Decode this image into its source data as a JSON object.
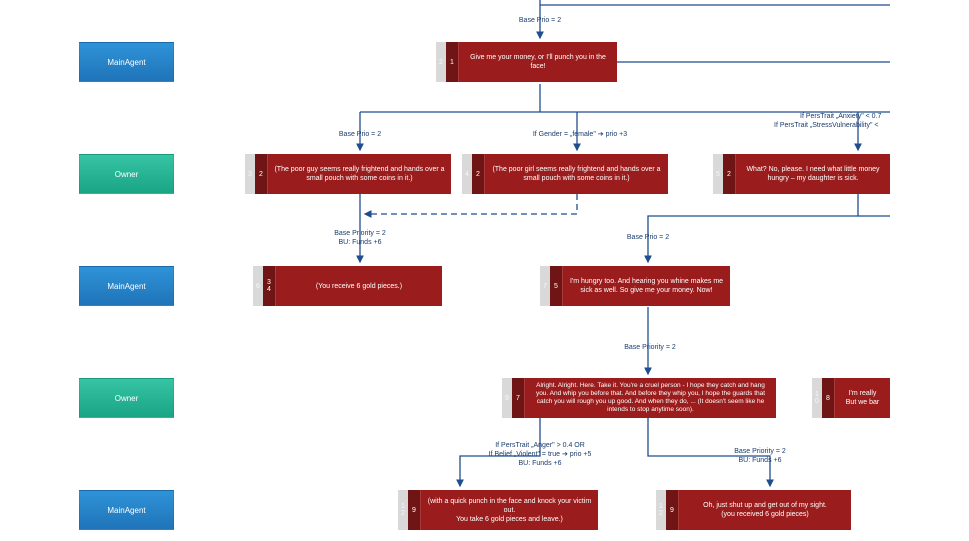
{
  "lanes": {
    "main_agent": "MainAgent",
    "owner": "Owner"
  },
  "nodes": {
    "n1": {
      "id_a": "2",
      "id_b": "1",
      "text": "Give me your money, or I'll punch you in the face!"
    },
    "n2a": {
      "id_a": "3",
      "id_b": "2",
      "text": "(The poor guy seems really frightend and hands over a small pouch with some coins in it.)"
    },
    "n2b": {
      "id_a": "4",
      "id_b": "2",
      "text": "(The poor girl seems really frightend and hands over a small pouch with some coins in it.)"
    },
    "n2c": {
      "id_a": "5",
      "id_b": "2",
      "text": "What? No, please. I need what little money hungry – my daughter is sick."
    },
    "n3": {
      "id_a": "6",
      "id_b": "3",
      "id_c": "4",
      "text": "(You receive 6 gold pieces.)"
    },
    "n5": {
      "id_a": "7",
      "id_b": "5",
      "text": "I'm hungry too. And hearing you whine makes me sick as well. So give me your money. Now!"
    },
    "n7": {
      "id_a": "9",
      "id_b": "7",
      "text": "Alright. Alright. Here. Take it. You're a cruel person - I hope they catch and hang you. And whip you before that. And before they whip you, I hope the guards that catch you will rough you up good. And when they do, ... (It doesn't seem like he intends to stop anytime soon)."
    },
    "n8": {
      "id_a": "1",
      "id_a2": "0",
      "id_b": "8",
      "text": "I'm really\nBut we bar"
    },
    "n9a": {
      "id_a": "1",
      "id_a2": "2",
      "id_b": "9",
      "text": "(with a quick punch in the face and knock your victim out.\nYou take 6 gold pieces and leave.)"
    },
    "n9b": {
      "id_a": "1",
      "id_a2": "2",
      "id_b": "9",
      "text": "Oh, just shut up and get out of my sight.\n(you received 6 gold pieces)"
    }
  },
  "labels": {
    "top": "Base Prio = 2",
    "r1": "Base Prio = 2",
    "r2": "If Gender = „female\"  ➔  prio +3",
    "r3a": "If PersTrait „Anxiety\" < 0.7",
    "r3b": "If PersTrait „StressVulnerability\" <",
    "r4": "Base Priority = 2\nBU: Funds +6",
    "r5": "Base Prio = 2",
    "r6": "Base Priority = 2",
    "r7": "If PersTrait „Anger\" > 0.4   OR\nIf Belief „Violent\" = true   ➔  prio +5\nBU: Funds +6",
    "r8": "Base Priority = 2\nBU: Funds +6"
  }
}
